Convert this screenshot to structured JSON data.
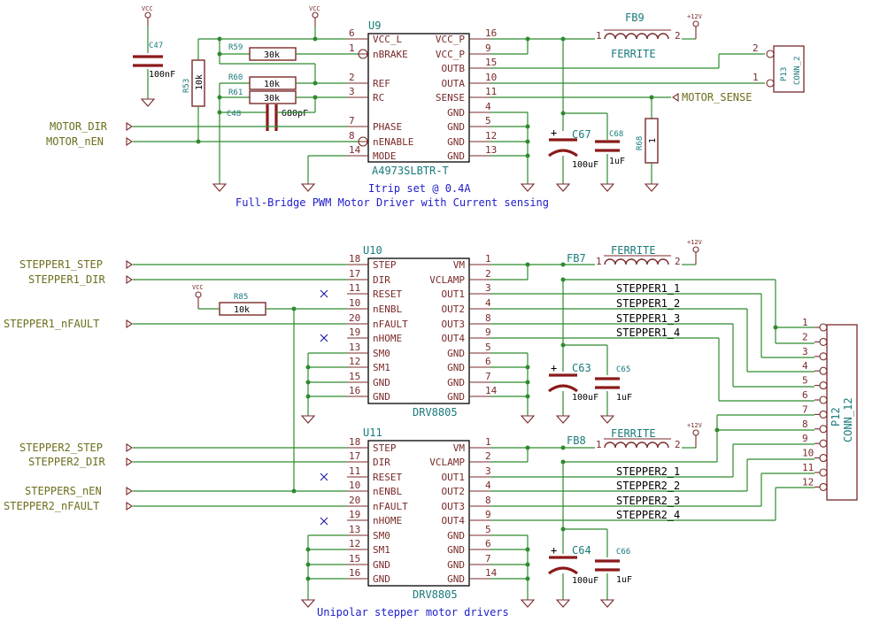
{
  "u9": {
    "ref": "U9",
    "part": "A4973SLBTR-T",
    "left_pins": [
      {
        "num": "6",
        "name": "VCC_L"
      },
      {
        "num": "1",
        "name": "nBRAKE"
      },
      {
        "num": "2",
        "name": "REF"
      },
      {
        "num": "3",
        "name": "RC"
      },
      {
        "num": "7",
        "name": "PHASE"
      },
      {
        "num": "8",
        "name": "nENABLE"
      },
      {
        "num": "14",
        "name": "MODE"
      }
    ],
    "right_pins": [
      {
        "num": "16",
        "name": "VCC_P"
      },
      {
        "num": "9",
        "name": "VCC_P"
      },
      {
        "num": "15",
        "name": "OUTB"
      },
      {
        "num": "10",
        "name": "OUTA"
      },
      {
        "num": "11",
        "name": "SENSE"
      },
      {
        "num": "4",
        "name": "GND"
      },
      {
        "num": "5",
        "name": "GND"
      },
      {
        "num": "12",
        "name": "GND"
      },
      {
        "num": "13",
        "name": "GND"
      }
    ]
  },
  "u10": {
    "ref": "U10",
    "part": "DRV8805",
    "left_pins": [
      {
        "num": "18",
        "name": "STEP"
      },
      {
        "num": "17",
        "name": "DIR"
      },
      {
        "num": "11",
        "name": "RESET"
      },
      {
        "num": "10",
        "name": "nENBL"
      },
      {
        "num": "20",
        "name": "nFAULT"
      },
      {
        "num": "19",
        "name": "nHOME"
      },
      {
        "num": "13",
        "name": "SM0"
      },
      {
        "num": "12",
        "name": "SM1"
      },
      {
        "num": "15",
        "name": "GND"
      },
      {
        "num": "16",
        "name": "GND"
      }
    ],
    "right_pins": [
      {
        "num": "1",
        "name": "VM"
      },
      {
        "num": "2",
        "name": "VCLAMP"
      },
      {
        "num": "3",
        "name": "OUT1"
      },
      {
        "num": "4",
        "name": "OUT2"
      },
      {
        "num": "8",
        "name": "OUT3"
      },
      {
        "num": "9",
        "name": "OUT4"
      },
      {
        "num": "5",
        "name": "GND"
      },
      {
        "num": "6",
        "name": "GND"
      },
      {
        "num": "7",
        "name": "GND"
      },
      {
        "num": "14",
        "name": "GND"
      }
    ]
  },
  "u11": {
    "ref": "U11",
    "part": "DRV8805",
    "left_pins": [
      {
        "num": "18",
        "name": "STEP"
      },
      {
        "num": "17",
        "name": "DIR"
      },
      {
        "num": "11",
        "name": "RESET"
      },
      {
        "num": "10",
        "name": "nENBL"
      },
      {
        "num": "20",
        "name": "nFAULT"
      },
      {
        "num": "19",
        "name": "nHOME"
      },
      {
        "num": "13",
        "name": "SM0"
      },
      {
        "num": "12",
        "name": "SM1"
      },
      {
        "num": "15",
        "name": "GND"
      },
      {
        "num": "16",
        "name": "GND"
      }
    ],
    "right_pins": [
      {
        "num": "1",
        "name": "VM"
      },
      {
        "num": "2",
        "name": "VCLAMP"
      },
      {
        "num": "3",
        "name": "OUT1"
      },
      {
        "num": "4",
        "name": "OUT2"
      },
      {
        "num": "8",
        "name": "OUT3"
      },
      {
        "num": "9",
        "name": "OUT4"
      },
      {
        "num": "5",
        "name": "GND"
      },
      {
        "num": "6",
        "name": "GND"
      },
      {
        "num": "7",
        "name": "GND"
      },
      {
        "num": "14",
        "name": "GND"
      }
    ]
  },
  "labels": {
    "motor_dir": "MOTOR_DIR",
    "motor_nen": "MOTOR_nEN",
    "motor_sense": "MOTOR_SENSE",
    "s1_step": "STEPPER1_STEP",
    "s1_dir": "STEPPER1_DIR",
    "s1_nfault": "STEPPER1_nFAULT",
    "s2_step": "STEPPER2_STEP",
    "s2_dir": "STEPPER2_DIR",
    "steppers_nen": "STEPPERS_nEN",
    "s2_nfault": "STEPPER2_nFAULT",
    "s1_out": [
      "STEPPER1_1",
      "STEPPER1_2",
      "STEPPER1_3",
      "STEPPER1_4"
    ],
    "s2_out": [
      "STEPPER2_1",
      "STEPPER2_2",
      "STEPPER2_3",
      "STEPPER2_4"
    ]
  },
  "notes": {
    "itrip": "Itrip set @ 0.4A",
    "bridge": "Full-Bridge PWM Motor Driver with Current sensing",
    "unipolar": "Unipolar stepper motor drivers"
  },
  "parts": {
    "c47": {
      "ref": "C47",
      "val": "100nF"
    },
    "r53": {
      "ref": "R53",
      "val": "10k"
    },
    "r59": {
      "ref": "R59",
      "val": "30k"
    },
    "r60": {
      "ref": "R60",
      "val": "10k"
    },
    "r61": {
      "ref": "R61",
      "val": "30k"
    },
    "c48": {
      "ref": "C48",
      "val": "680pF"
    },
    "fb9": {
      "ref": "FB9",
      "val": "FERRITE"
    },
    "c67": {
      "ref": "C67",
      "val": "100uF"
    },
    "c68": {
      "ref": "C68",
      "val": "1uF"
    },
    "r68": {
      "ref": "R68",
      "val": "1"
    },
    "p13": {
      "ref": "P13",
      "val": "CONN_2"
    },
    "r85": {
      "ref": "R85",
      "val": "10k"
    },
    "fb7": {
      "ref": "FB7",
      "val": "FERRITE"
    },
    "c63": {
      "ref": "C63",
      "val": "100uF"
    },
    "c65": {
      "ref": "C65",
      "val": "1uF"
    },
    "fb8": {
      "ref": "FB8",
      "val": "FERRITE"
    },
    "c64": {
      "ref": "C64",
      "val": "100uF"
    },
    "c66": {
      "ref": "C66",
      "val": "1uF"
    },
    "p12": {
      "ref": "P12",
      "val": "CONN_12"
    }
  },
  "power": {
    "vcc": "VCC",
    "v12": "+12V"
  },
  "p13_pins": [
    "2",
    "1"
  ],
  "p12_pins": [
    "1",
    "2",
    "3",
    "4",
    "5",
    "6",
    "7",
    "8",
    "9",
    "10",
    "11",
    "12"
  ],
  "pin_labels": {
    "fb1": "1",
    "fb2": "2"
  }
}
